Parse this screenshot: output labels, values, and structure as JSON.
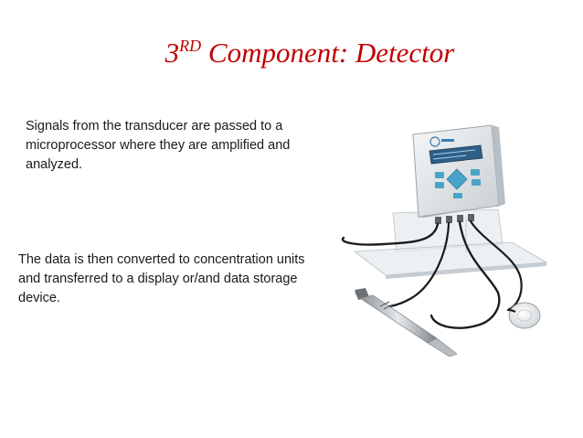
{
  "slide": {
    "title": {
      "number": "3",
      "superscript": "RD",
      "text": "Component: Detector"
    },
    "paragraphs": [
      "Signals from the transducer are passed to a microprocessor where they are amplified and analyzed.",
      "The data is then converted to concentration units and transferred to a display or/and data storage device."
    ],
    "image": {
      "subject": "detector-device-photo"
    },
    "colors": {
      "title": "#c00000",
      "body_text": "#1a1a1a",
      "background": "#ffffff"
    }
  }
}
